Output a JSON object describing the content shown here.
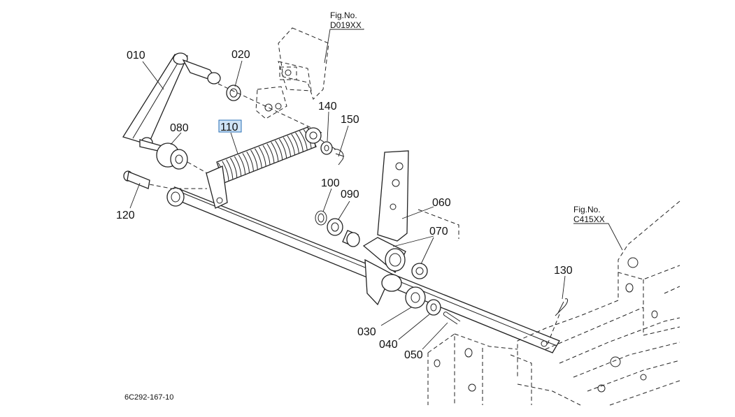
{
  "diagram": {
    "part_numbers": {
      "p010": "010",
      "p020": "020",
      "p030": "030",
      "p040": "040",
      "p050": "050",
      "p060": "060",
      "p070": "070",
      "p080": "080",
      "p090": "090",
      "p100": "100",
      "p110": "110",
      "p120": "120",
      "p130": "130",
      "p140": "140",
      "p150": "150"
    },
    "highlighted_part": "110",
    "fig_refs": [
      {
        "title": "Fig.No.",
        "code": "D019XX"
      },
      {
        "title": "Fig.No.",
        "code": "C415XX"
      }
    ],
    "drawing_code": "6C292-167-10",
    "colors": {
      "line": "#222222",
      "highlight_fill": "#cfe3f5",
      "highlight_stroke": "#2a6fb5"
    }
  }
}
